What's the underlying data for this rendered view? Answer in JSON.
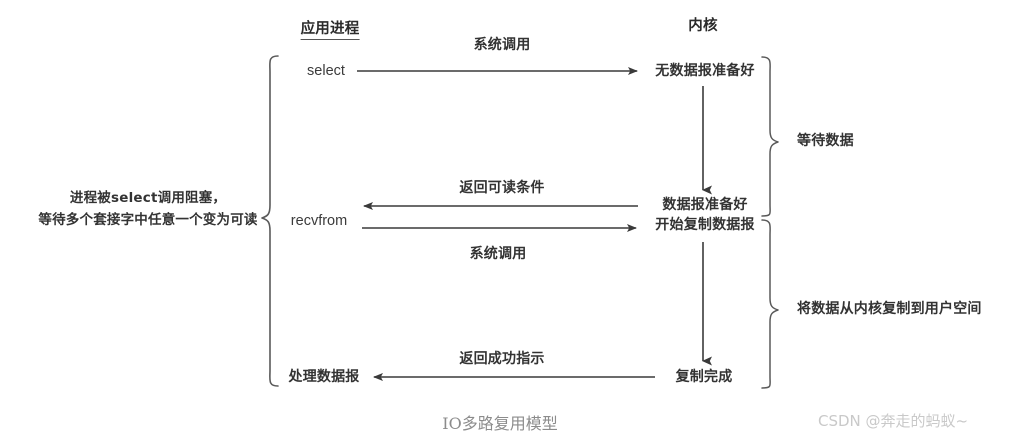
{
  "diagram": {
    "caption": "IO多路复用模型",
    "watermark": "CSDN @奔走的蚂蚁~",
    "columns": {
      "application": "应用进程",
      "kernel": "内核"
    },
    "left_annotation": {
      "line1": "进程被select调用阻塞，",
      "line2": "等待多个套接字中任意一个变为可读"
    },
    "application_steps": [
      {
        "label": "select"
      },
      {
        "label": "recvfrom"
      },
      {
        "label": "处理数据报"
      }
    ],
    "kernel_states": [
      {
        "label": "无数据报准备好"
      },
      {
        "label_line1": "数据报准备好",
        "label_line2": "开始复制数据报"
      },
      {
        "label": "复制完成"
      }
    ],
    "arrow_labels": [
      {
        "name": "syscall-select",
        "text": "系统调用"
      },
      {
        "name": "return-readable",
        "text": "返回可读条件"
      },
      {
        "name": "syscall-recvfrom",
        "text": "系统调用"
      },
      {
        "name": "return-success",
        "text": "返回成功指示"
      }
    ],
    "phase_brackets": [
      {
        "label": "等待数据"
      },
      {
        "label": "将数据从内核复制到用户空间"
      }
    ],
    "colors": {
      "line": "#444444",
      "text": "#333333",
      "caption": "#8c8c8c",
      "watermark": "#c9c9c9",
      "background": "#ffffff"
    }
  }
}
